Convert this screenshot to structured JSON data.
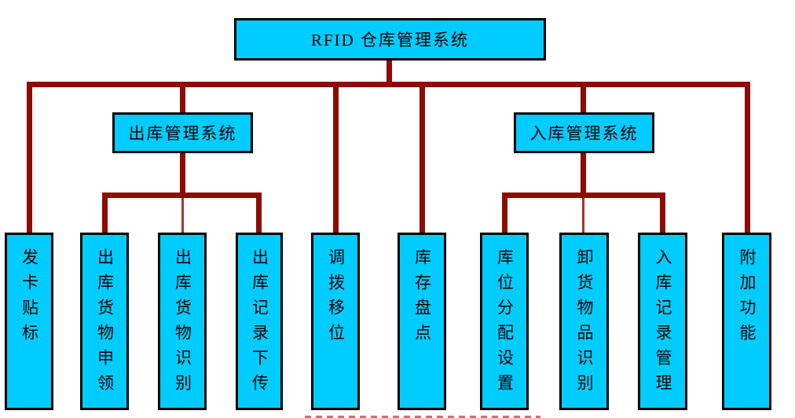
{
  "diagram": {
    "title": "RFID 仓库管理系统",
    "type": "org-tree",
    "colors": {
      "box_fill": "#00CCFF",
      "box_border": "#000000",
      "connector": "#8E0B04",
      "text": "#000000",
      "background": "#FFFFFF"
    },
    "root": {
      "label": "RFID 仓库管理系统"
    },
    "level2": [
      {
        "label": "出库管理系统",
        "parent": "RFID 仓库管理系统"
      },
      {
        "label": "入库管理系统",
        "parent": "RFID 仓库管理系统"
      }
    ],
    "leaves": [
      {
        "label": "发卡贴标",
        "parent": "RFID 仓库管理系统"
      },
      {
        "label": "出库货物申领",
        "parent": "出库管理系统"
      },
      {
        "label": "出库货物识别",
        "parent": "出库管理系统"
      },
      {
        "label": "出库记录下传",
        "parent": "出库管理系统"
      },
      {
        "label": "调拨移位",
        "parent": "RFID 仓库管理系统"
      },
      {
        "label": "库存盘点",
        "parent": "RFID 仓库管理系统"
      },
      {
        "label": "库位分配设置",
        "parent": "入库管理系统"
      },
      {
        "label": "卸货物品识别",
        "parent": "入库管理系统"
      },
      {
        "label": "入库记录管理",
        "parent": "入库管理系统"
      },
      {
        "label": "附加功能",
        "parent": "RFID 仓库管理系统"
      }
    ],
    "caption_note": "cropped red caption text, cut off at bottom edge"
  }
}
